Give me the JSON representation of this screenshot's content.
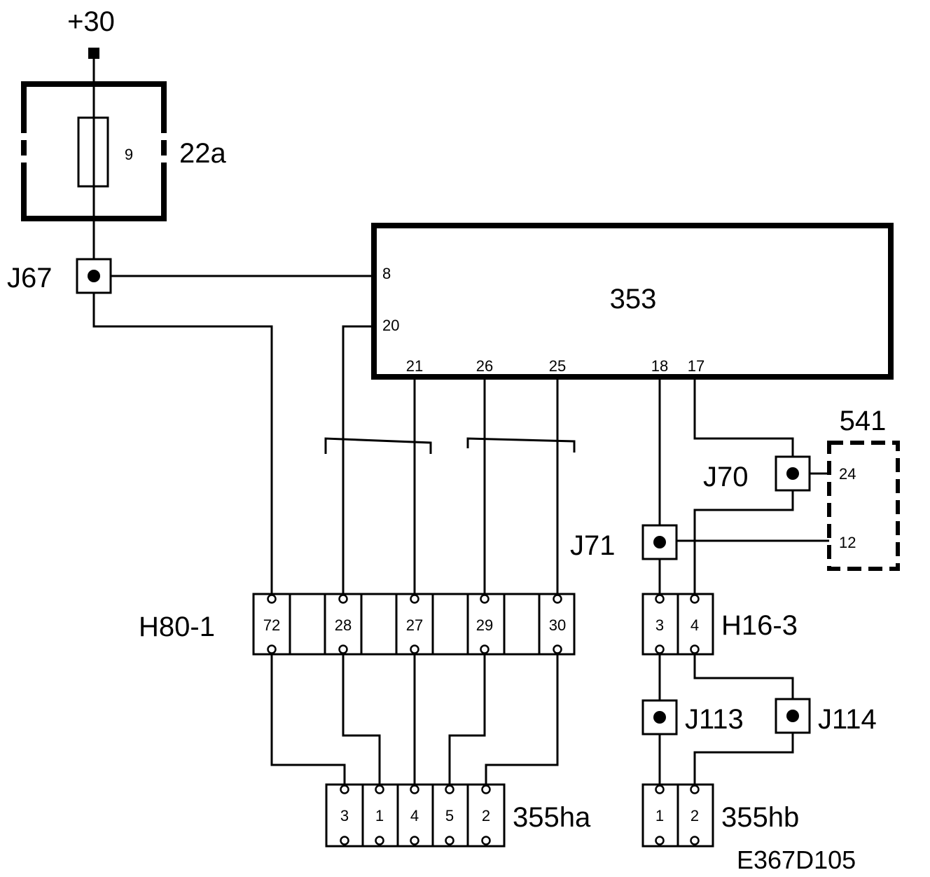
{
  "supply_label": "+30",
  "fuse": {
    "label": "22a",
    "number": "9"
  },
  "ecu": {
    "label": "353",
    "pins": {
      "p8": "8",
      "p20": "20",
      "p21": "21",
      "p26": "26",
      "p25": "25",
      "p18": "18",
      "p17": "17"
    }
  },
  "module541": {
    "label": "541",
    "pins": {
      "p24": "24",
      "p12": "12"
    }
  },
  "junctions": {
    "j67": "J67",
    "j70": "J70",
    "j71": "J71",
    "j113": "J113",
    "j114": "J114"
  },
  "connector_h80": {
    "label": "H80-1",
    "pins": [
      "72",
      "28",
      "27",
      "29",
      "30"
    ]
  },
  "connector_h16": {
    "label": "H16-3",
    "pins": [
      "3",
      "4"
    ]
  },
  "connector_355ha": {
    "label": "355ha",
    "pins": [
      "3",
      "1",
      "4",
      "5",
      "2"
    ]
  },
  "connector_355hb": {
    "label": "355hb",
    "pins": [
      "1",
      "2"
    ]
  },
  "drawing_id": "E367D105"
}
